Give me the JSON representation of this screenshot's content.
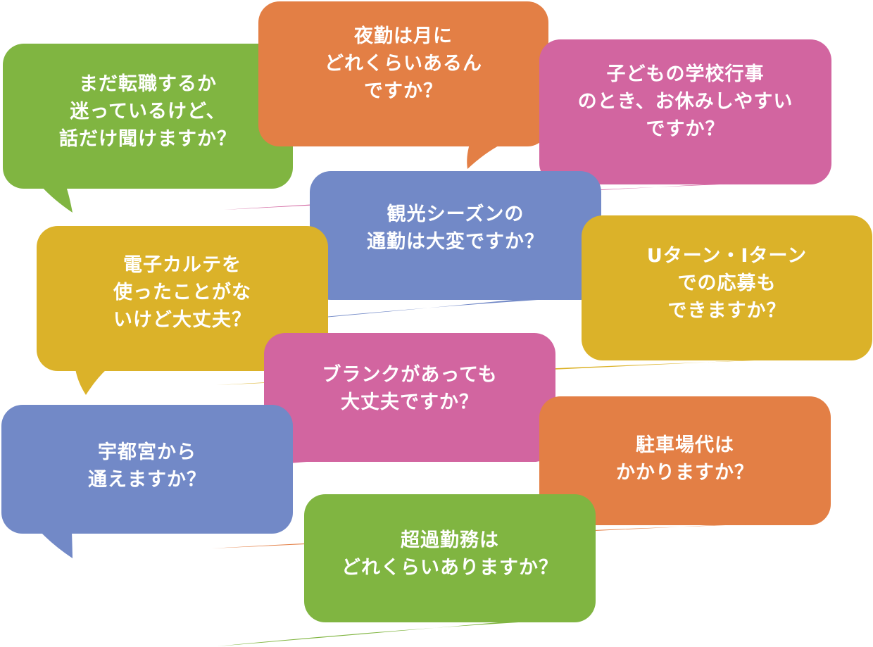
{
  "colors": {
    "green": "#80B541",
    "orange": "#E37F45",
    "pink": "#D265A0",
    "blue": "#7289C7",
    "yellow": "#DBB229"
  },
  "bubbles": [
    {
      "id": "q-career-change",
      "color": "green",
      "tail": "bottom-left",
      "lines": [
        "まだ転職するか",
        "迷っているけど、",
        "話だけ聞けますか？"
      ]
    },
    {
      "id": "q-night-shift",
      "color": "orange",
      "tail": "bottom-right",
      "lines": [
        "夜勤は月に",
        "どれくらいあるん",
        "ですか？"
      ]
    },
    {
      "id": "q-school-events",
      "color": "pink",
      "tail": "bottom-right",
      "lines": [
        "子どもの学校行事",
        "のとき、お休みしやすい",
        "ですか？"
      ]
    },
    {
      "id": "q-tourist-season",
      "color": "blue",
      "tail": "bottom-right",
      "lines": [
        "観光シーズンの",
        "通勤は大変ですか？"
      ]
    },
    {
      "id": "q-u-i-turn",
      "color": "yellow",
      "tail": "bottom-right",
      "lines": [
        "Uターン・Iターン",
        "での応募も",
        "できますか？"
      ]
    },
    {
      "id": "q-electronic-records",
      "color": "yellow",
      "tail": "bottom-left",
      "lines": [
        "電子カルテを",
        "使ったことがな",
        "いけど大丈夫？"
      ]
    },
    {
      "id": "q-blank-period",
      "color": "pink",
      "tail": "bottom-left",
      "lines": [
        "ブランクがあっても",
        "大丈夫ですか？"
      ]
    },
    {
      "id": "q-commute-utsunomiya",
      "color": "blue",
      "tail": "bottom-left",
      "lines": [
        "宇都宮から",
        "通えますか？"
      ]
    },
    {
      "id": "q-parking-fee",
      "color": "orange",
      "tail": "bottom-right",
      "lines": [
        "駐車場代は",
        "かかりますか？"
      ]
    },
    {
      "id": "q-overtime",
      "color": "green",
      "tail": "bottom-right",
      "lines": [
        "超過勤務は",
        "どれくらいありますか？"
      ]
    }
  ]
}
